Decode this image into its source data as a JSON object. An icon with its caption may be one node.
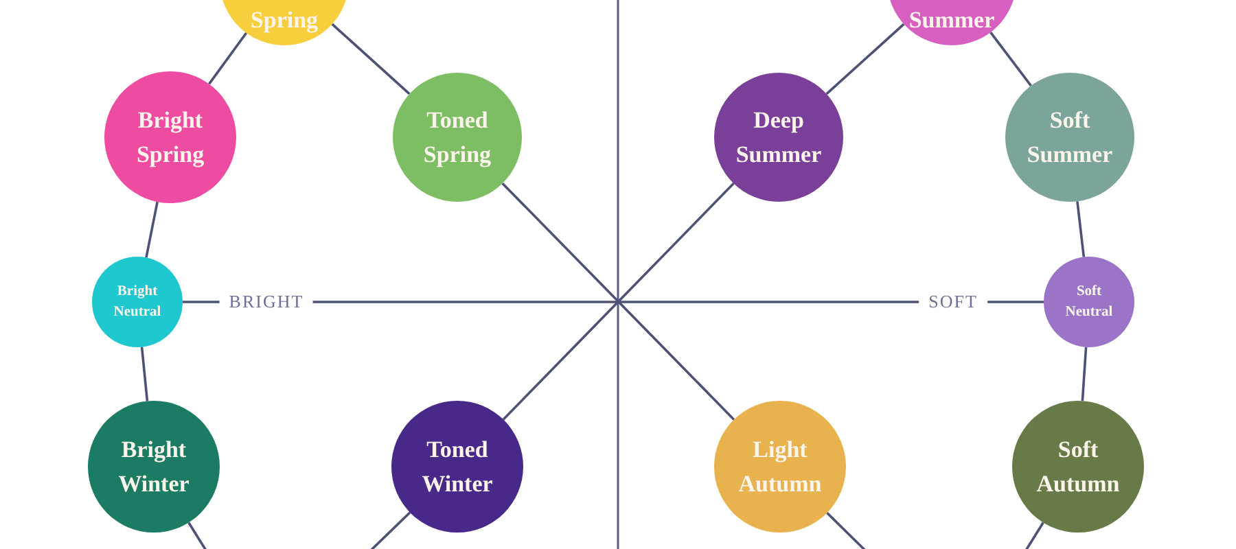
{
  "diagram": {
    "nodes": [
      {
        "text": [
          "Spring"
        ]
      },
      {
        "text": [
          "Summer"
        ]
      },
      {
        "text": [
          "Bright Spring"
        ]
      },
      {
        "text": [
          "Toned Spring"
        ]
      },
      {
        "text": [
          "Deep Summer"
        ]
      },
      {
        "text": [
          "Soft Summer"
        ]
      },
      {
        "text": [
          "Bright Neutral"
        ]
      },
      {
        "text": [
          "Soft Neutral"
        ]
      },
      {
        "text": [
          "Bright Winter"
        ]
      },
      {
        "text": [
          "Toned Winter"
        ]
      },
      {
        "text": [
          "Light Autumn"
        ]
      },
      {
        "text": [
          "Soft Autumn"
        ]
      }
    ],
    "edges": [
      {
        "from": 0,
        "to": 2,
        "arrow": "none"
      },
      {
        "from": 0,
        "to": 3,
        "arrow": "none"
      },
      {
        "from": 1,
        "to": 4,
        "arrow": "none"
      },
      {
        "from": 1,
        "to": 5,
        "arrow": "none"
      },
      {
        "from": 2,
        "to": 6,
        "arrow": "none"
      },
      {
        "from": 5,
        "to": 7,
        "arrow": "none"
      },
      {
        "from": 3,
        "to": 10,
        "arrow": "none"
      },
      {
        "from": 4,
        "to": 9,
        "arrow": "none"
      },
      {
        "from": 6,
        "to": 7,
        "arrow": "none"
      },
      {
        "from": 6,
        "to": 8,
        "arrow": "none"
      },
      {
        "from": 7,
        "to": 11,
        "arrow": "none"
      },
      {
        "from": 8,
        "to": null,
        "arrow": "none"
      },
      {
        "from": 9,
        "to": null,
        "arrow": "none"
      },
      {
        "from": 10,
        "to": null,
        "arrow": "none"
      },
      {
        "from": 11,
        "to": null,
        "arrow": "none"
      }
    ],
    "labels": [
      "BRIGHT",
      "SOFT"
    ]
  }
}
